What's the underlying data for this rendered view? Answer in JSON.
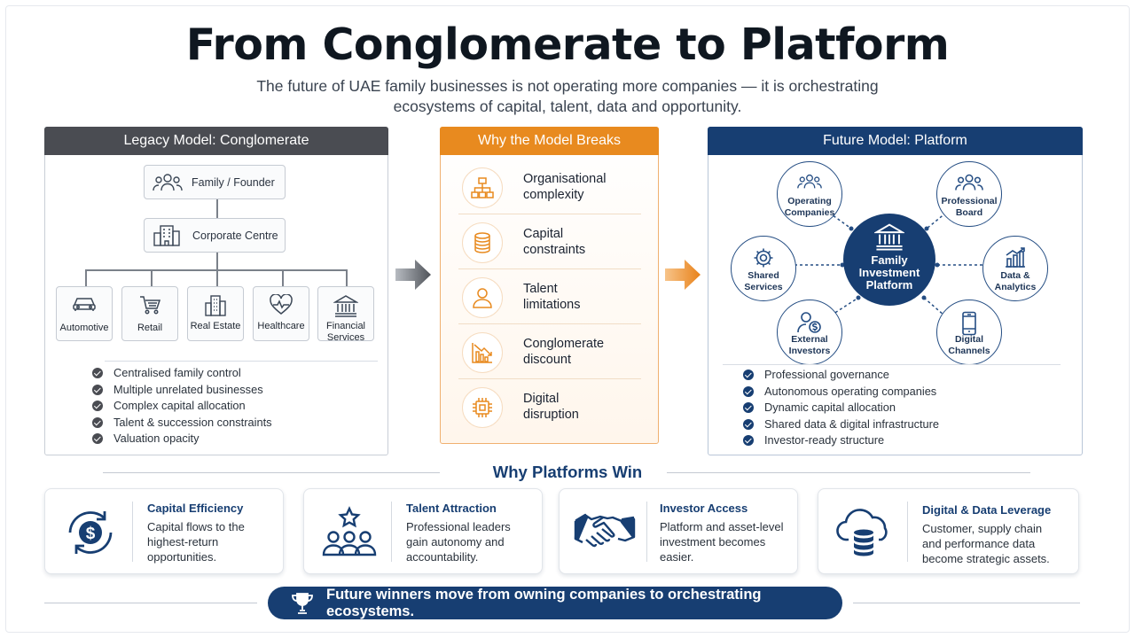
{
  "title": "From Conglomerate to Platform",
  "subtitle_line1": "The future of UAE family businesses is not operating more companies — it is orchestrating",
  "subtitle_line2": "ecosystems of capital, talent, data and opportunity.",
  "colors": {
    "legacy": "#4a4c52",
    "breaks": "#e88a1f",
    "future": "#173e72"
  },
  "legacy": {
    "header": "Legacy Model: Conglomerate",
    "founder": "Family / Founder",
    "centre": "Corporate Centre",
    "businesses": [
      {
        "l1": "Automotive",
        "l2": "",
        "icon": "car-icon"
      },
      {
        "l1": "Retail",
        "l2": "",
        "icon": "cart-icon"
      },
      {
        "l1": "Real Estate",
        "l2": "",
        "icon": "building-icon"
      },
      {
        "l1": "Healthcare",
        "l2": "",
        "icon": "heart-pulse-icon"
      },
      {
        "l1": "Financial",
        "l2": "Services",
        "icon": "bank-icon"
      }
    ],
    "points": [
      "Centralised family control",
      "Multiple unrelated businesses",
      "Complex capital allocation",
      "Talent & succession constraints",
      "Valuation opacity"
    ]
  },
  "breaks": {
    "header": "Why the Model Breaks",
    "items": [
      {
        "l1": "Organisational",
        "l2": "complexity",
        "icon": "org-chart-icon"
      },
      {
        "l1": "Capital",
        "l2": "constraints",
        "icon": "coins-icon"
      },
      {
        "l1": "Talent",
        "l2": "limitations",
        "icon": "person-icon"
      },
      {
        "l1": "Conglomerate",
        "l2": "discount",
        "icon": "declining-chart-icon"
      },
      {
        "l1": "Digital",
        "l2": "disruption",
        "icon": "chip-icon"
      }
    ]
  },
  "future": {
    "header": "Future Model: Platform",
    "hub_l1": "Family",
    "hub_l2": "Investment",
    "hub_l3": "Platform",
    "nodes": [
      {
        "l1": "Operating",
        "l2": "Companies",
        "icon": "people-icon"
      },
      {
        "l1": "Professional",
        "l2": "Board",
        "icon": "people-icon"
      },
      {
        "l1": "Shared",
        "l2": "Services",
        "icon": "gear-icon"
      },
      {
        "l1": "Data &",
        "l2": "Analytics",
        "icon": "bar-chart-icon"
      },
      {
        "l1": "External",
        "l2": "Investors",
        "icon": "investor-icon"
      },
      {
        "l1": "Digital",
        "l2": "Channels",
        "icon": "phone-icon"
      }
    ],
    "points": [
      "Professional governance",
      "Autonomous operating companies",
      "Dynamic capital allocation",
      "Shared data & digital infrastructure",
      "Investor-ready structure"
    ]
  },
  "why": {
    "title": "Why Platforms Win",
    "cards": [
      {
        "title": "Capital Efficiency",
        "b1": "Capital flows to the",
        "b2": "highest-return",
        "b3": "opportunities.",
        "icon": "dollar-cycle-icon"
      },
      {
        "title": "Talent Attraction",
        "b1": "Professional leaders",
        "b2": "gain autonomy and",
        "b3": "accountability.",
        "icon": "team-star-icon"
      },
      {
        "title": "Investor Access",
        "b1": "Platform and asset-level",
        "b2": "investment becomes",
        "b3": "easier.",
        "icon": "handshake-icon"
      },
      {
        "title": "Digital & Data Leverage",
        "b1": "Customer, supply chain",
        "b2": "and performance data",
        "b3": "become strategic assets.",
        "icon": "cloud-database-icon"
      }
    ]
  },
  "banner": "Future winners move from owning companies to orchestrating ecosystems."
}
